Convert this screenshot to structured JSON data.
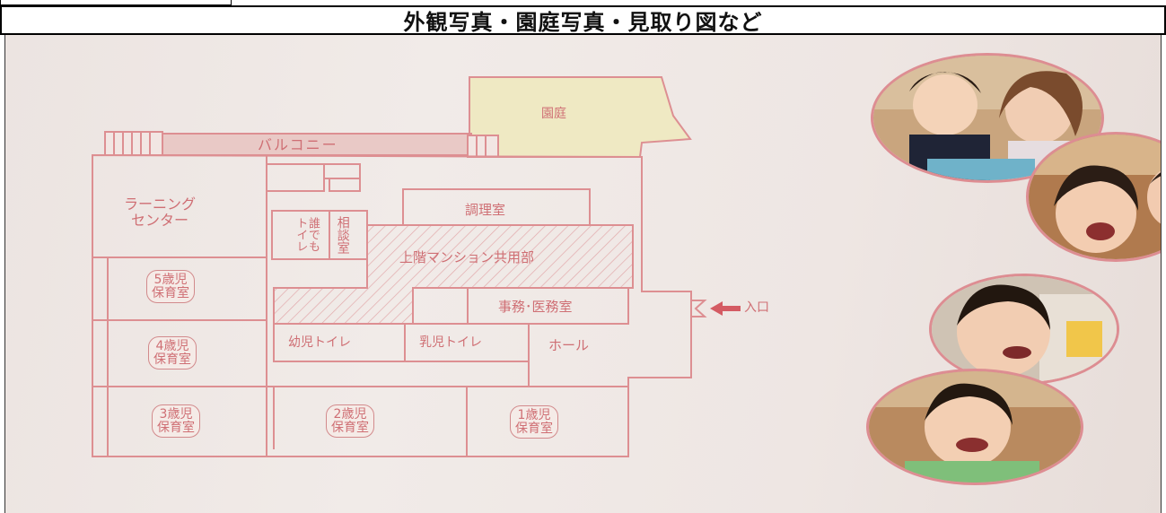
{
  "header": {
    "title": "外観写真・園庭写真・見取り図など"
  },
  "floorplan": {
    "garden": "園庭",
    "balcony": "バルコニー",
    "learning_center": "ラーニング\nセンター",
    "toilet_anyone": "誰でもトイレ",
    "consult_room": "相談室",
    "kitchen": "調理室",
    "mansion_common": "上階マンション共用部",
    "office": "事務･医務室",
    "entrance": "入口",
    "preschool_toilet": "幼児トイレ",
    "infant_toilet": "乳児トイレ",
    "hall": "ホール",
    "rooms": {
      "age5": "5歳児\n保育室",
      "age4": "4歳児\n保育室",
      "age3": "3歳児\n保育室",
      "age2": "2歳児\n保育室",
      "age1": "1歳児\n保育室"
    }
  },
  "colors": {
    "plan_line": "#dd8f92",
    "plan_text": "#cf6f74",
    "garden_fill": "#efe9c3",
    "balcony_fill": "#e9c9c6",
    "photo_border": "#dd8d92"
  }
}
